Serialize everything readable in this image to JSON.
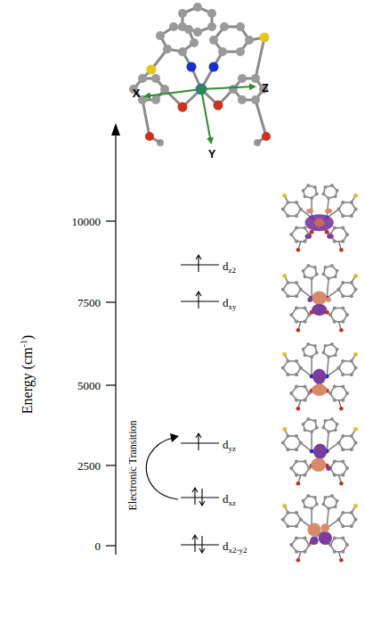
{
  "diagram": {
    "labels": [
      "X",
      "Y",
      "Z",
      "10000",
      "7500",
      "5000",
      "2500",
      "0",
      "Energy (cm",
      "-1",
      ")",
      "d",
      "z2",
      "d",
      "xy",
      "d",
      "yz",
      "d",
      "xz",
      "d",
      "x2-y2",
      "Electronic Transition"
    ]
  }
}
